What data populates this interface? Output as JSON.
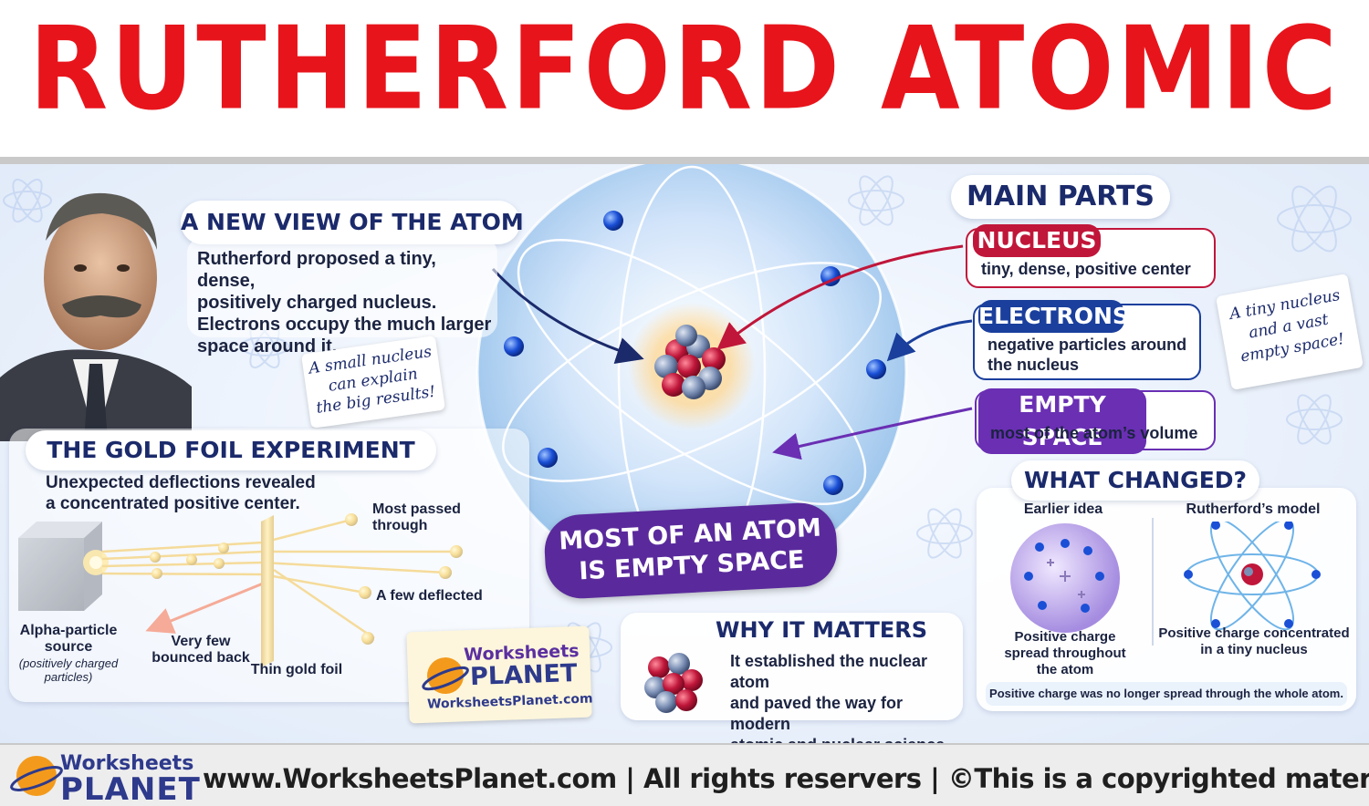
{
  "title": "RUTHERFORD ATOMIC MODEL",
  "new_view": {
    "heading": "A NEW VIEW OF THE ATOM",
    "lines": [
      "Rutherford proposed a tiny, dense,",
      "positively charged nucleus.",
      "Electrons occupy the much larger",
      "space around it."
    ]
  },
  "note_small_nucleus": [
    "A small nucleus",
    "can explain",
    "the big results!"
  ],
  "gold_foil": {
    "heading": "THE GOLD FOIL EXPERIMENT",
    "lines": [
      "Unexpected deflections revealed",
      "a concentrated positive center."
    ],
    "source_label": [
      "Alpha-particle",
      "source"
    ],
    "source_sub": [
      "(positively charged",
      "particles)"
    ],
    "very_few": [
      "Very few",
      "bounced back"
    ],
    "foil_label": "Thin gold foil",
    "most_passed": [
      "Most passed",
      "through"
    ],
    "few_deflected": "A few deflected"
  },
  "empty_space_banner": [
    "MOST OF AN ATOM",
    "IS EMPTY SPACE"
  ],
  "main_parts": {
    "heading": "MAIN PARTS",
    "items": [
      {
        "tag": "NUCLEUS",
        "desc": [
          "tiny, dense, positive center"
        ],
        "color": "#c0163a"
      },
      {
        "tag": "ELECTRONS",
        "desc": [
          "negative particles around",
          "the nucleus"
        ],
        "color": "#1a3f9c"
      },
      {
        "tag": "EMPTY SPACE",
        "desc": [
          "most of the atom’s volume"
        ],
        "color": "#6a2fb3"
      }
    ]
  },
  "note_vast_space": [
    "A tiny nucleus",
    "and a vast",
    "empty space!"
  ],
  "what_changed": {
    "heading": "WHAT CHANGED?",
    "earlier_title": "Earlier idea",
    "earlier_caption": [
      "Positive charge",
      "spread throughout",
      "the atom"
    ],
    "model_title": "Rutherford’s model",
    "model_caption": [
      "Positive charge concentrated",
      "in a tiny nucleus"
    ],
    "footer": "Positive charge was no longer spread through the whole atom."
  },
  "why_matters": {
    "heading": "WHY IT MATTERS",
    "lines": [
      "It established the nuclear atom",
      "and paved the way for modern",
      "atomic and nuclear science."
    ]
  },
  "brand": {
    "name1": "Worksheets",
    "name2": "PLANET",
    "url": "WorksheetsPlanet.com"
  },
  "footer": {
    "logo1": "Worksheets",
    "logo2": "PLANET",
    "text": "www.WorksheetsPlanet.com | All rights reservers | ©This is a copyrighted material"
  },
  "colors": {
    "title_red": "#e8141b",
    "navy": "#1b2a6b",
    "nucleus_red": "#c0163a",
    "electron_blue": "#1a3f9c",
    "empty_purple": "#6a2fb3",
    "gold": "#e8b020"
  }
}
